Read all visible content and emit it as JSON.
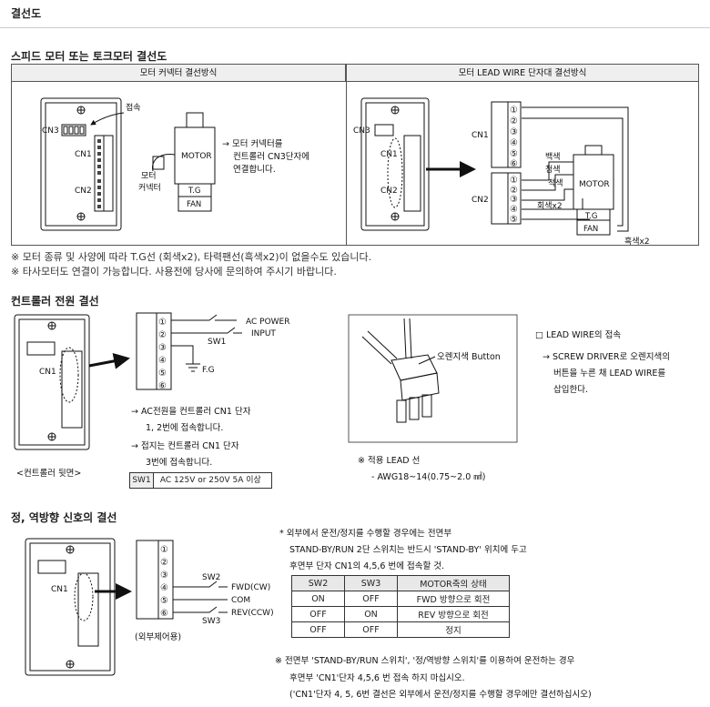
{
  "page_title": "결선도",
  "section1": {
    "title": "스피드 모터 또는 토크모터 결선도",
    "left_header": "모터 커넥터 결선방식",
    "right_header": "모터 LEAD WIRE 단자대 결선방식",
    "labels": {
      "cn3": "CN3",
      "cn1": "CN1",
      "cn2": "CN2",
      "connect": "접속",
      "motor": "MOTOR",
      "tg": "T.G",
      "fan": "FAN",
      "motor_connector": "모터\n커넥터",
      "arrow_text_1": "→ 모터 커넥터를",
      "arrow_text_2": "컨트롤러 CN3단자에",
      "arrow_text_3": "연결합니다.",
      "white": "백색",
      "blue": "청색",
      "red": "적색",
      "gray2": "회색x2",
      "black2": "흑색x2"
    },
    "notes": [
      "※ 모터 종류 및 사양에 따라 T.G선 (회색x2), 타력팬선(흑색x2)이 없을수도 있습니다.",
      "※ 타사모터도 연결이 가능합니다. 사용전에 당사에 문의하여 주시기 바랍니다."
    ]
  },
  "section2": {
    "title": "컨트롤러 전원 결선",
    "labels": {
      "cn1": "CN1",
      "ac_power": "AC POWER",
      "input": "INPUT",
      "sw1": "SW1",
      "fg": "F.G",
      "rear": "<컨트롤러 뒷면>",
      "orange_button": "오렌지색 Button"
    },
    "desc": [
      "→ AC전원을 컨트롤러 CN1 단자",
      "1, 2번에 접속합니다.",
      "→ 접지는 컨트롤러 CN1 단자",
      "3번에 접속합니다."
    ],
    "spec": {
      "sw": "SW1",
      "text": "AC 125V or 250V  5A 이상"
    },
    "lead_title": "□ LEAD WIRE의 접속",
    "lead_desc": [
      "→ SCREW DRIVER로 오렌지색의",
      "버튼을 누른 채 LEAD WIRE를",
      "삽입한다."
    ],
    "applied_lead": "※ 적용 LEAD 선",
    "applied_lead_spec": "- AWG18~14(0.75~2.0 ㎟)"
  },
  "section3": {
    "title": "정, 역방향 신호의 결선",
    "labels": {
      "cn1": "CN1",
      "sw2": "SW2",
      "sw3": "SW3",
      "fwd": "FWD(CW)",
      "com": "COM",
      "rev": "REV(CCW)",
      "external": "(외부제어용)"
    },
    "intro": [
      "* 외부에서 운전/정지를 수행할 경우에는 전면부",
      "STAND-BY/RUN 2단 스위치는 반드시 'STAND-BY' 위치에 두고",
      "후면부 단자 CN1의 4,5,6 번에 접속할 것."
    ],
    "table": {
      "headers": [
        "SW2",
        "SW3",
        "MOTOR축의 상태"
      ],
      "rows": [
        [
          "ON",
          "OFF",
          "FWD 방향으로 회전"
        ],
        [
          "OFF",
          "ON",
          "REV 방향으로 회전"
        ],
        [
          "OFF",
          "OFF",
          "정지"
        ]
      ]
    },
    "notes": [
      "※ 전면부 'STAND-BY/RUN 스위치', '정/역방향 스위치'를 이용하여 운전하는 경우",
      "후면부 'CN1'단자 4,5,6 번 접속 하지 마십시오.",
      "('CN1'단자 4, 5, 6번 결선은 외부에서 운전/정지를 수행할 경우에만 결선하십시오)"
    ]
  },
  "terminal_numbers": [
    "①",
    "②",
    "③",
    "④",
    "⑤",
    "⑥"
  ]
}
